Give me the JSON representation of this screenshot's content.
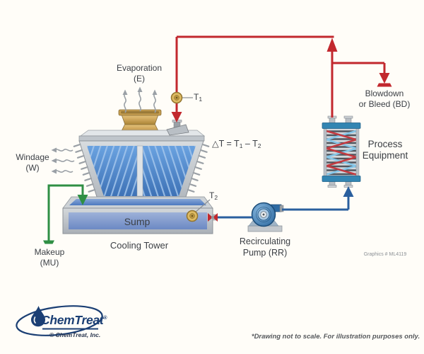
{
  "colors": {
    "pipe_hot_red": "#c2282e",
    "pipe_cold_blue": "#2a5f9e",
    "pipe_makeup_green": "#2f8f44",
    "brand_navy": "#1b3f74",
    "label_gray": "#3b3f45",
    "tower_blue": "#4f82c6",
    "sensor_gold": "#ddba62"
  },
  "diagram": {
    "evaporation": {
      "line1": "Evaporation",
      "line2": "(E)"
    },
    "windage": {
      "line1": "Windage",
      "line2": "(W)"
    },
    "makeup": {
      "line1": "Makeup",
      "line2": "(MU)"
    },
    "sump": "Sump",
    "cooling_tower": "Cooling Tower",
    "pump": {
      "line1": "Recirculating",
      "line2": "Pump (RR)"
    },
    "process_equipment": {
      "line1": "Process",
      "line2": "Equipment"
    },
    "blowdown": {
      "line1": "Blowdown",
      "line2": "or Bleed (BD)"
    },
    "t1": {
      "base": "T",
      "sub": "1"
    },
    "t2": {
      "base": "T",
      "sub": "2"
    },
    "delta": {
      "p1": "△T = T",
      "s1": "1",
      "p2": " – T",
      "s2": "2"
    }
  },
  "footer": {
    "graphics_id": "Graphics # ML4119",
    "disclaimer": "*Drawing not to scale. For illustration purposes only."
  },
  "logo": {
    "name": "ChemTreat",
    "registered": "®",
    "copyright": "© ChemTreat, Inc."
  }
}
